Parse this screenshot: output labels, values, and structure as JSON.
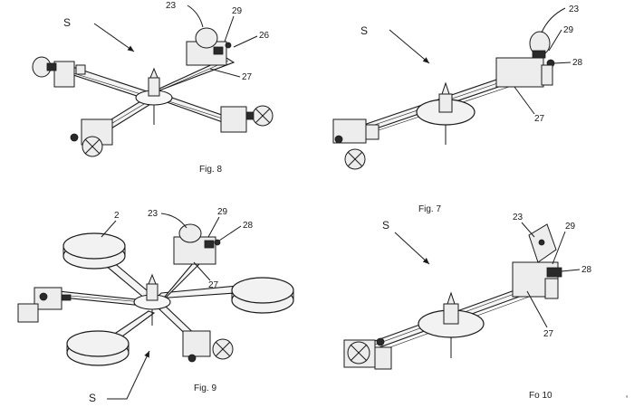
{
  "figures": [
    {
      "caption": "Fig. 8",
      "arrow_label": "S",
      "labels": {
        "l23": "23",
        "l29": "29",
        "l26": "26",
        "l27": "27"
      }
    },
    {
      "caption": "Fig. 7",
      "arrow_label": "S",
      "labels": {
        "l23": "23",
        "l29": "29",
        "l28": "28",
        "l27": "27"
      }
    },
    {
      "caption": "Fig. 9",
      "arrow_label": "S",
      "labels": {
        "l2": "2",
        "l23": "23",
        "l29": "29",
        "l28": "28",
        "l27": "27"
      }
    },
    {
      "caption": "Fo 10",
      "arrow_label": "S",
      "labels": {
        "l23": "23",
        "l29": "29",
        "l28": "28",
        "l27": "27"
      }
    }
  ],
  "corner_mark": "‘"
}
